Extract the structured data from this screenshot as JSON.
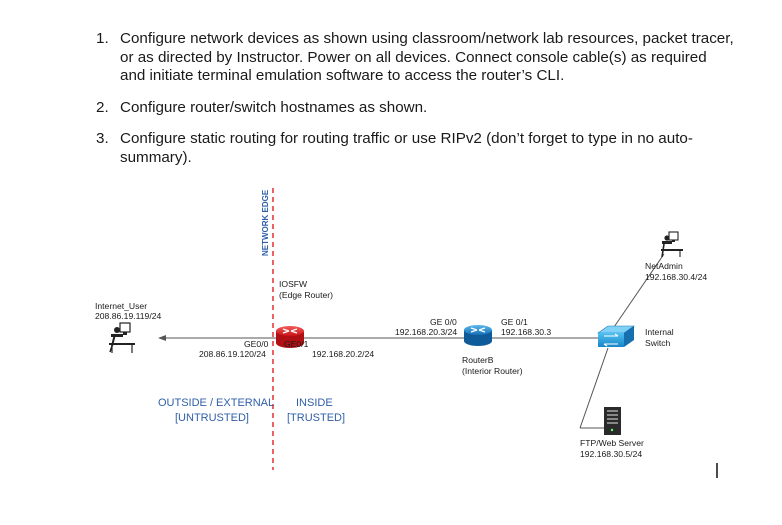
{
  "instructions": [
    {
      "num": "1.",
      "text": "Configure network devices as shown using classroom/network lab resources, packet tracer, or as directed by Instructor.  Power on all devices.  Connect console cable(s) as required and initiate terminal emulation software to access the router’s CLI."
    },
    {
      "num": "2.",
      "text": "Configure router/switch hostnames as shown."
    },
    {
      "num": "3.",
      "text": "Configure static routing for routing traffic or use RIPv2 (don’t forget to type in no auto-summary)."
    }
  ],
  "diagram": {
    "network_edge_label": "NETWORK EDGE",
    "internet_user": {
      "name": "Internet_User",
      "ip": "208.86.19.119/24"
    },
    "iosfw": {
      "name": "IOSFW",
      "role": "(Edge Router)"
    },
    "iosfw_ge00": {
      "port": "GE0/0",
      "ip": "208.86.19.120/24"
    },
    "iosfw_ge01": {
      "port": "GE0/1",
      "ip": "192.168.20.2/24"
    },
    "routerb": {
      "name": "RouterB",
      "role": "(Interior Router)"
    },
    "routerb_ge00": {
      "port": "GE 0/0",
      "ip": "192.168.20.3/24"
    },
    "routerb_ge01": {
      "port": "GE 0/1",
      "ip": "192.168.30.3"
    },
    "switch": {
      "line1": "Internal",
      "line2": "Switch"
    },
    "netadmin": {
      "name": "NetAdmin",
      "ip": "192.168.30.4/24"
    },
    "ftp": {
      "name": "FTP/Web Server",
      "ip": "192.168.30.5/24"
    },
    "outside": {
      "line1": "OUTSIDE / EXTERNAL",
      "line2": "[UNTRUSTED]"
    },
    "inside": {
      "line1": "INSIDE",
      "line2": "[TRUSTED]"
    }
  },
  "colors": {
    "zone_text": "#2f5fa8",
    "firewall_red": "#e8232a",
    "router_blue": "#1a8fd6",
    "edge_line": "#e02020"
  }
}
